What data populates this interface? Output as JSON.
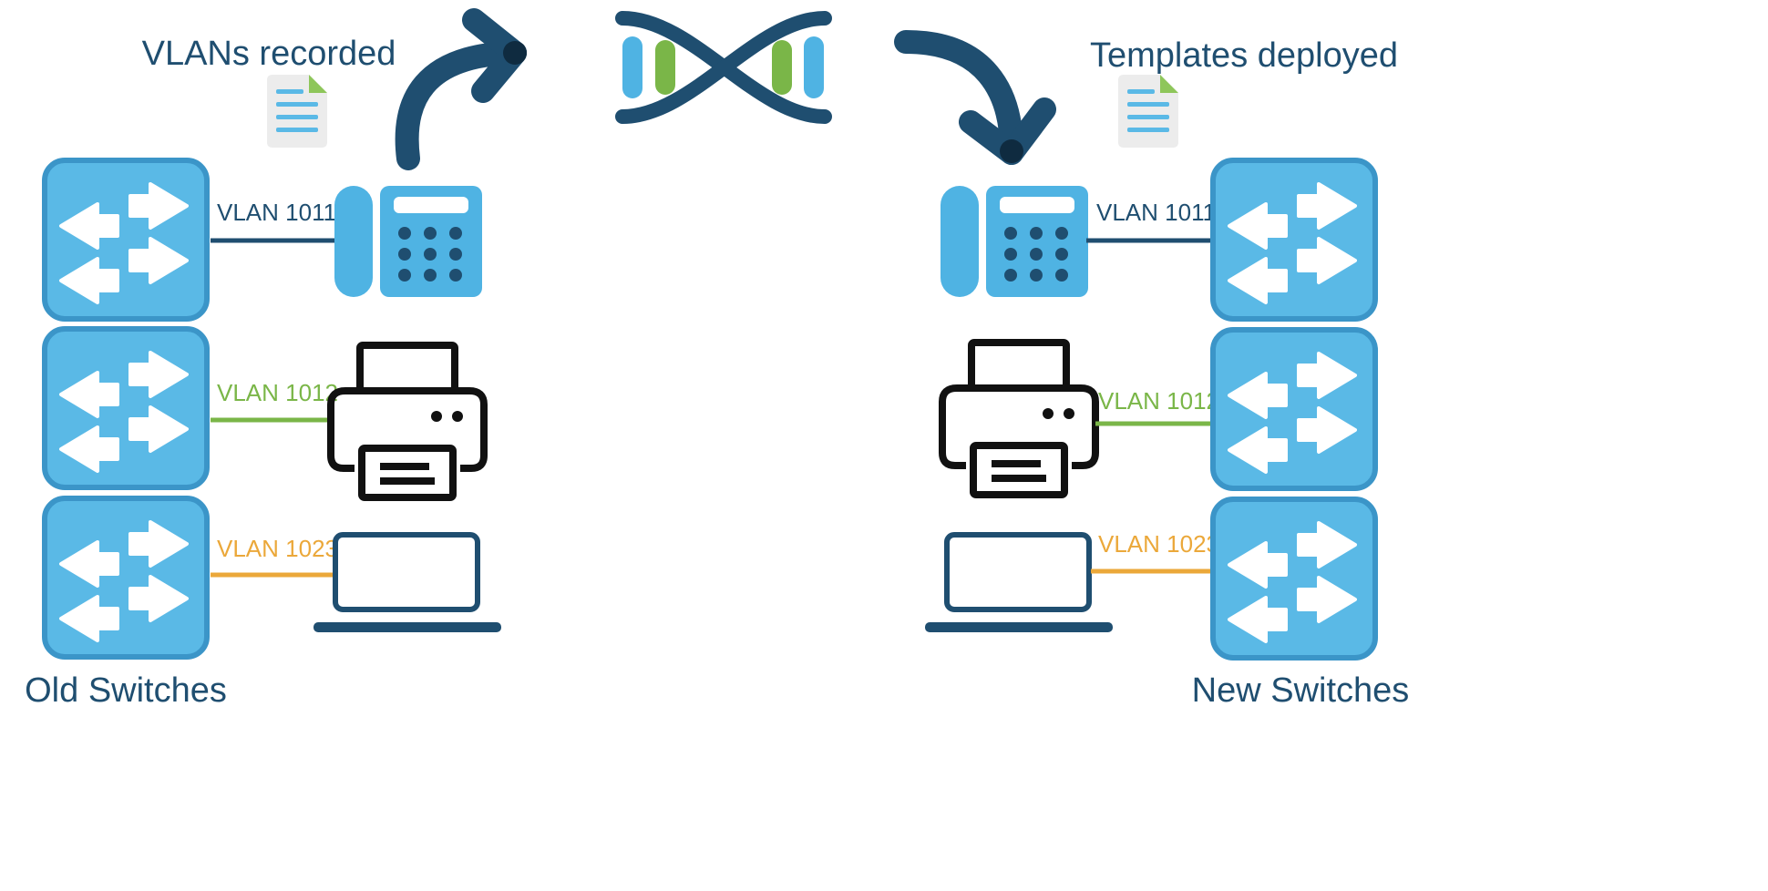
{
  "colors": {
    "navy": "#1f4e70",
    "switch_fill": "#5ab9e6",
    "switch_border": "#3b95c8",
    "phone": "#4fb3e3",
    "green": "#7ab648",
    "orange": "#eba83a",
    "doc_bg": "#ececec",
    "doc_fold": "#8ec65a",
    "black": "#111111"
  },
  "labels": {
    "vlans_recorded": "VLANs recorded",
    "templates_deployed": "Templates deployed",
    "old_switches": "Old Switches",
    "new_switches": "New Switches"
  },
  "vlans": [
    {
      "label": "VLAN 1011",
      "color": "#1f4e70",
      "device": "phone"
    },
    {
      "label": "VLAN 1012",
      "color": "#7ab648",
      "device": "printer"
    },
    {
      "label": "VLAN 1023",
      "color": "#eba83a",
      "device": "laptop"
    }
  ],
  "icons": {
    "switch": "network-switch-icon",
    "phone": "desk-phone-icon",
    "printer": "printer-icon",
    "laptop": "laptop-icon",
    "document": "document-icon",
    "arrow": "curved-arrow-icon",
    "logo": "dna-helix-logo"
  }
}
